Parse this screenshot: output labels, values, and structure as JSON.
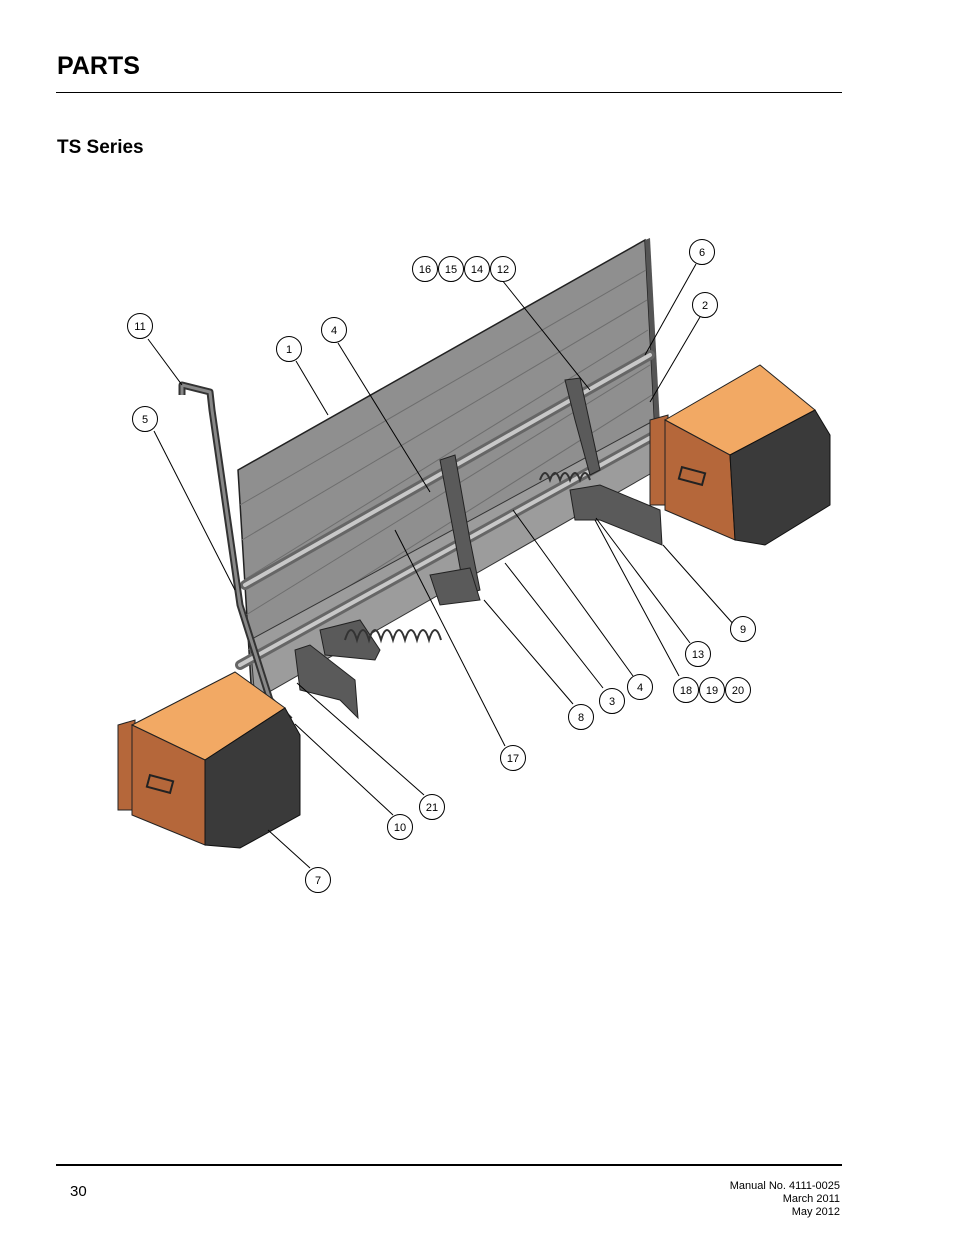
{
  "header": {
    "title": "PARTS",
    "section": "TS Series"
  },
  "diagram": {
    "callouts": [
      {
        "label": "16"
      },
      {
        "label": "15"
      },
      {
        "label": "14"
      },
      {
        "label": "12"
      },
      {
        "label": "6"
      },
      {
        "label": "2"
      },
      {
        "label": "11"
      },
      {
        "label": "4"
      },
      {
        "label": "1"
      },
      {
        "label": "5"
      },
      {
        "label": "9"
      },
      {
        "label": "13"
      },
      {
        "label": "4"
      },
      {
        "label": "18"
      },
      {
        "label": "19"
      },
      {
        "label": "20"
      },
      {
        "label": "3"
      },
      {
        "label": "8"
      },
      {
        "label": "17"
      },
      {
        "label": "21"
      },
      {
        "label": "10"
      },
      {
        "label": "7"
      }
    ],
    "colors": {
      "moldboard": "#8c8c8c",
      "hardware": "#666666",
      "shoe": "#f2a964",
      "shoe_side": "#b5673a",
      "shoe_face": "#3a3a3a"
    }
  },
  "footer": {
    "page_number": "30",
    "manual": "Manual No. 4111-0025",
    "date1": "March 2011",
    "date2": "May 2012"
  }
}
